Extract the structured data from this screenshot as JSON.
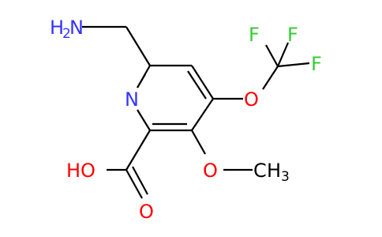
{
  "molecule": {
    "atoms": {
      "amine_h2": "H",
      "amine_h2_sub": "2",
      "amine_n": "N",
      "ring_n": "N",
      "ether_o_top": "O",
      "f1": "F",
      "f2": "F",
      "f3": "F",
      "methoxy_o": "O",
      "methyl_c": "C",
      "methyl_h": "H",
      "methyl_h_sub": "3",
      "acid_ho": "HO",
      "acid_o": "O"
    },
    "colors": {
      "nitrogen": "#3333ff",
      "oxygen": "#ff0000",
      "fluorine": "#33cc33",
      "carbon": "#000000"
    }
  }
}
